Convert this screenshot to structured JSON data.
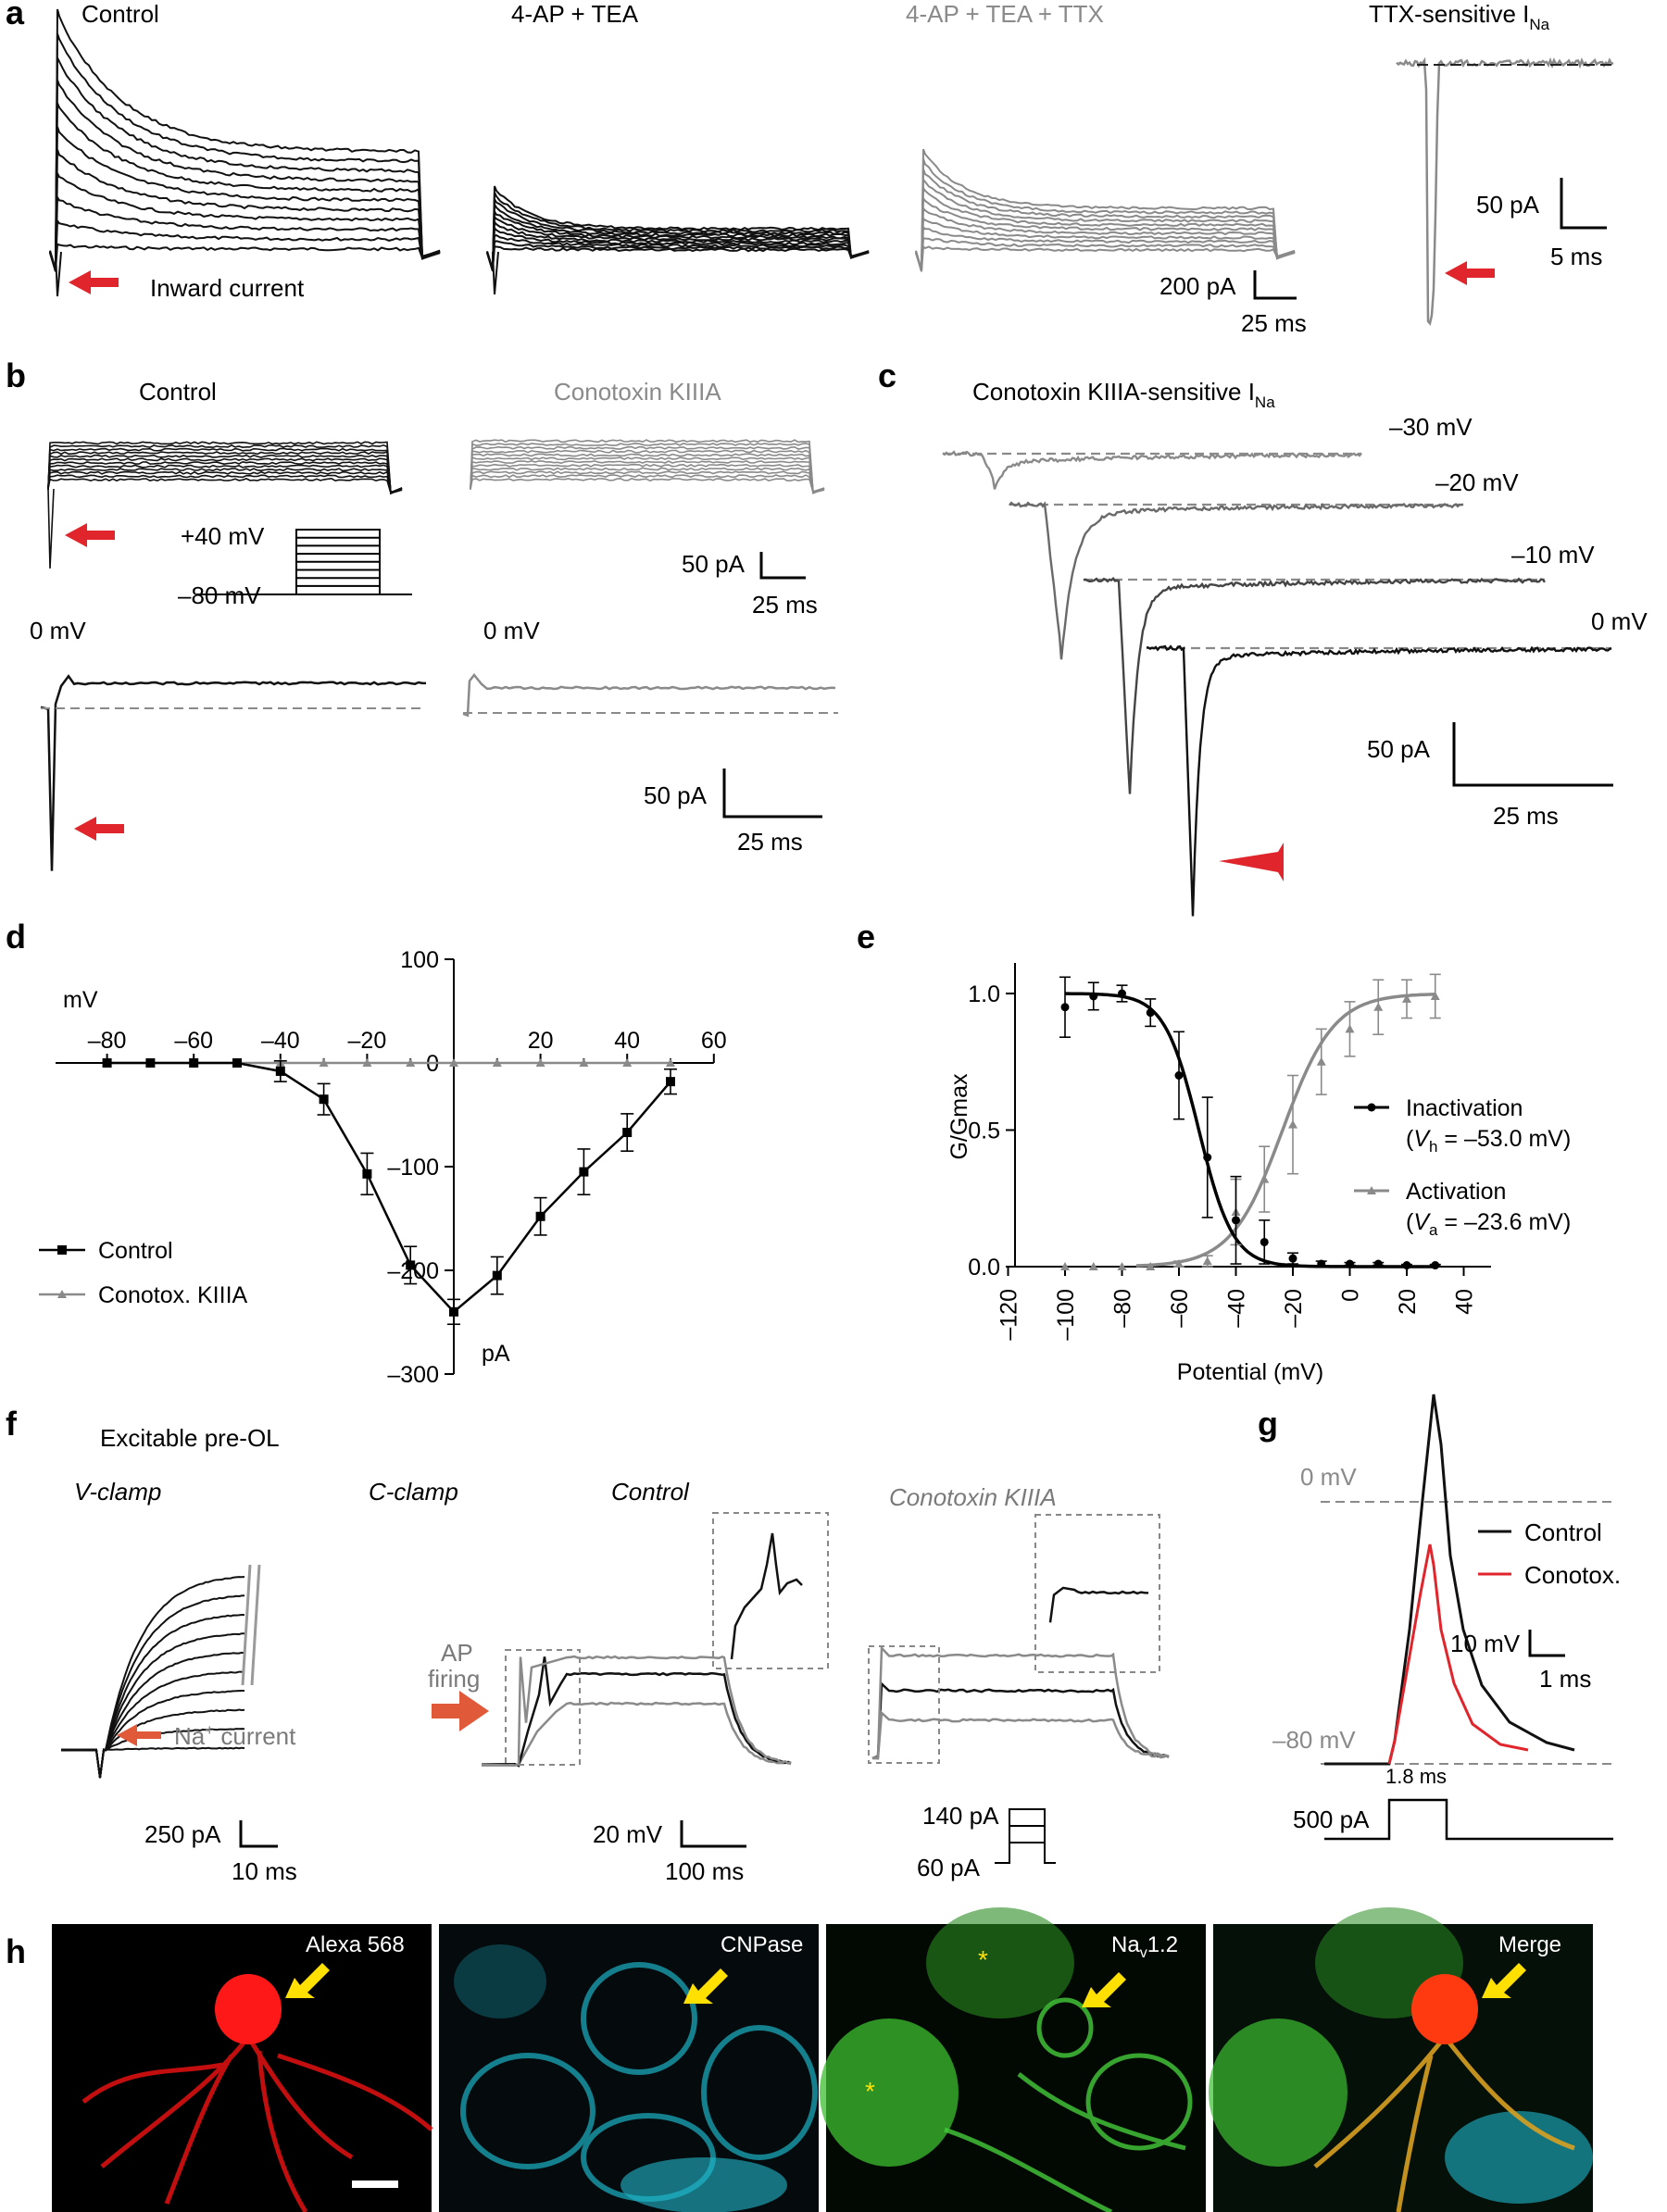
{
  "panel_letters": [
    "a",
    "b",
    "c",
    "d",
    "e",
    "f",
    "g",
    "h"
  ],
  "a": {
    "labels": [
      "Control",
      "4-AP + TEA",
      "4-AP + TEA + TTX",
      "TTX-sensitive I",
      "Na"
    ],
    "inward": "Inward current",
    "scale": [
      "200 pA",
      "25 ms",
      "50 pA",
      "5 ms"
    ],
    "colors": {
      "black": "#111111",
      "gray": "#8a8a8a",
      "red": "#e0262c"
    }
  },
  "b": {
    "labels": [
      "Control",
      "Conotoxin KIIIA"
    ],
    "protocol": [
      "+40 mV",
      "–80 mV"
    ],
    "zero": [
      "0 mV",
      "0 mV"
    ],
    "scale": [
      "50 pA",
      "25 ms",
      "50 pA",
      "25 ms"
    ]
  },
  "c": {
    "title": "Conotoxin KIIIA-sensitive I",
    "sub": "Na",
    "traces": [
      "–30 mV",
      "–20 mV",
      "–10 mV",
      "0 mV"
    ],
    "scale": [
      "50 pA",
      "25 ms"
    ]
  },
  "d": {
    "xunit": "mV",
    "yunit": "pA",
    "xticks": [
      "–80",
      "–60",
      "–40",
      "–20",
      "0",
      "20",
      "40",
      "60"
    ],
    "yticks": [
      "100",
      "0",
      "–100",
      "–200",
      "–300"
    ],
    "legend": [
      "Control",
      "Conotox. KIIIA"
    ]
  },
  "e": {
    "ylabel": "G/Gmax",
    "xlabel": "Potential (mV)",
    "yticks": [
      "1.0",
      "0.5",
      "0.0"
    ],
    "xticks": [
      "–120",
      "–100",
      "–80",
      "–60",
      "–40",
      "–20",
      "0",
      "20",
      "40"
    ],
    "legend": [
      {
        "name": "Inactivation",
        "v": "h",
        "value": " = –53.0 mV)"
      },
      {
        "name": "Activation",
        "v": "a",
        "value": " = –23.6 mV)"
      }
    ]
  },
  "f": {
    "title": "Excitable pre-OL",
    "modes": [
      "V-clamp",
      "C-clamp",
      "Control",
      "Conotoxin KIIIA"
    ],
    "ap": [
      "AP",
      "firing"
    ],
    "na": "Na",
    "na_rest": " current",
    "scale": [
      "250 pA",
      "10 ms",
      "20 mV",
      "100 ms"
    ],
    "steps": [
      "140 pA",
      "60 pA"
    ]
  },
  "g": {
    "levels": [
      "0 mV",
      "–80 mV"
    ],
    "legend": [
      "Control",
      "Conotox."
    ],
    "scale": [
      "10 mV",
      "1 ms"
    ],
    "duration": "1.8 ms",
    "stim": "500 pA"
  },
  "h": {
    "labels": [
      "Alexa 568",
      "CNPase",
      "Na",
      "Merge"
    ],
    "nav_sub": "v",
    "nav_rest": "1.2",
    "star": "*"
  },
  "chart_data": [
    {
      "type": "line",
      "panel": "d",
      "xlabel": "mV",
      "ylabel": "pA",
      "xlim": [
        -90,
        60
      ],
      "ylim": [
        -300,
        100
      ],
      "series": [
        {
          "name": "Control",
          "x": [
            -80,
            -70,
            -60,
            -50,
            -40,
            -30,
            -20,
            -10,
            0,
            10,
            20,
            30,
            40,
            50
          ],
          "y": [
            0,
            0,
            0,
            0,
            -8,
            -35,
            -107,
            -195,
            -240,
            -205,
            -148,
            -105,
            -67,
            -18
          ],
          "err": [
            0,
            0,
            0,
            0,
            10,
            15,
            20,
            18,
            12,
            18,
            18,
            22,
            18,
            12
          ]
        },
        {
          "name": "Conotox. KIIIA",
          "x": [
            -80,
            -70,
            -60,
            -50,
            -40,
            -30,
            -20,
            -10,
            0,
            10,
            20,
            30,
            40,
            50
          ],
          "y": [
            0,
            0,
            0,
            0,
            0,
            0,
            0,
            0,
            0,
            0,
            0,
            0,
            0,
            0
          ],
          "err": [
            0,
            0,
            0,
            0,
            0,
            0,
            0,
            0,
            0,
            0,
            0,
            0,
            0,
            0
          ]
        }
      ]
    },
    {
      "type": "line",
      "panel": "e",
      "xlabel": "Potential (mV)",
      "ylabel": "G/Gmax",
      "xlim": [
        -125,
        45
      ],
      "ylim": [
        0,
        1.1
      ],
      "series": [
        {
          "name": "Inactivation",
          "x": [
            -100,
            -90,
            -80,
            -70,
            -60,
            -50,
            -40,
            -30,
            -20,
            -10,
            0,
            10,
            20,
            30
          ],
          "y": [
            0.95,
            0.99,
            1.0,
            0.93,
            0.7,
            0.4,
            0.17,
            0.09,
            0.03,
            0.01,
            0.01,
            0.01,
            0.005,
            0.005
          ],
          "err": [
            0.11,
            0.05,
            0.03,
            0.05,
            0.16,
            0.22,
            0.16,
            0.08,
            0.02,
            0.01,
            0.005,
            0.005,
            0.003,
            0.003
          ],
          "fit_vhalf": -53.0,
          "fit_k": 6
        },
        {
          "name": "Activation",
          "x": [
            -100,
            -90,
            -80,
            -70,
            -60,
            -50,
            -40,
            -30,
            -20,
            -10,
            0,
            10,
            20,
            30
          ],
          "y": [
            0,
            0,
            0,
            0,
            0.01,
            0.02,
            0.2,
            0.32,
            0.52,
            0.75,
            0.87,
            0.95,
            0.98,
            0.99
          ],
          "err": [
            0,
            0,
            0,
            0,
            0.01,
            0.02,
            0.12,
            0.12,
            0.18,
            0.12,
            0.1,
            0.1,
            0.07,
            0.08
          ],
          "fit_vhalf": -23.6,
          "fit_k": 9
        }
      ]
    }
  ]
}
